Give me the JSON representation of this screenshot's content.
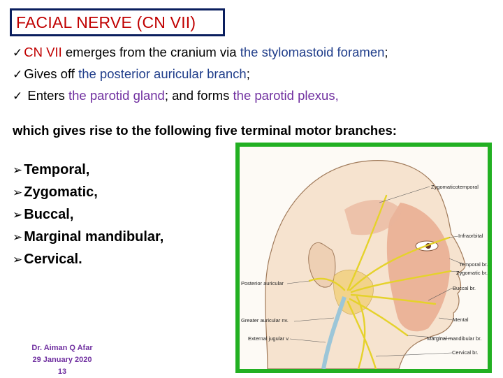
{
  "title": "FACIAL NERVE (CN VII)",
  "bullets": [
    {
      "icon": "check-icon",
      "parts": [
        {
          "text": "CN VII",
          "style": "red"
        },
        {
          "text": " emerges from the cranium via ",
          "style": "plain"
        },
        {
          "text": "the stylomastoid foramen",
          "style": "blue"
        },
        {
          "text": ";",
          "style": "plain"
        }
      ]
    },
    {
      "icon": "check-icon",
      "parts": [
        {
          "text": "Gives off ",
          "style": "plain"
        },
        {
          "text": "the posterior auricular branch",
          "style": "blue"
        },
        {
          "text": ";",
          "style": "plain"
        }
      ]
    },
    {
      "icon": "check-icon",
      "parts": [
        {
          "text": " Enters ",
          "style": "plain"
        },
        {
          "text": "the parotid gland",
          "style": "purple"
        },
        {
          "text": "; and forms ",
          "style": "plain"
        },
        {
          "text": "the parotid plexus,",
          "style": "purple"
        }
      ]
    }
  ],
  "intro": "which gives rise to the following five terminal motor branches:",
  "branches": [
    "Temporal,",
    "Zygomatic,",
    "Buccal,",
    "Marginal mandibular,",
    "Cervical."
  ],
  "footer": {
    "author": "Dr. Aiman Q Afar",
    "date": "29  January  2020",
    "page": "13"
  },
  "figure": {
    "border_color": "#22b022",
    "labels": {
      "zygomaticotemporal": "Zygomaticotemporal",
      "infraorbital": "Infraorbital",
      "temporal_br": "Temporal br.",
      "zygomatic_br": "Zygomatic br.",
      "buccal_br": "Buccal br.",
      "posterior_auricular": "Posterior auricular",
      "mental": "Mental",
      "greater_auricular": "Greater auricular nv.",
      "external_jugular": "External jugular v.",
      "marginal_mandibular_br": "Marginal mandibular br.",
      "cervical_br": "Cervical br."
    }
  },
  "colors": {
    "title_red": "#c00000",
    "blue": "#1f3d8a",
    "purple": "#7030a0",
    "title_border": "#0a1e5e"
  }
}
